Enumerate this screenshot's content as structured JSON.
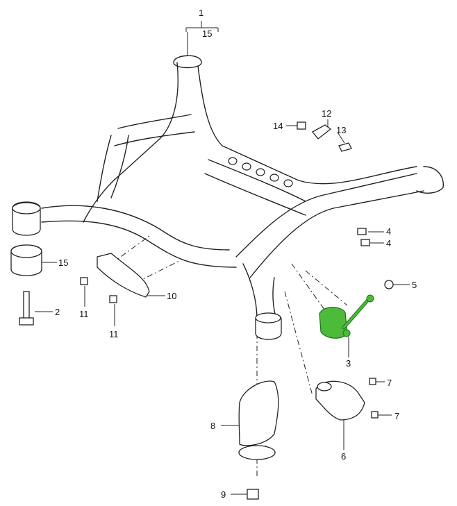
{
  "callouts": {
    "c1": "1",
    "c15_top": "15",
    "c14": "14",
    "c12": "12",
    "c13": "13",
    "c4a": "4",
    "c4b": "4",
    "c5": "5",
    "c3": "3",
    "c7a": "7",
    "c7b": "7",
    "c6": "6",
    "c8": "8",
    "c9": "9",
    "c10": "10",
    "c11a": "11",
    "c11b": "11",
    "c2": "2",
    "c15_left": "15"
  },
  "colors": {
    "highlight": "#4dbb3a",
    "line": "#222222"
  }
}
